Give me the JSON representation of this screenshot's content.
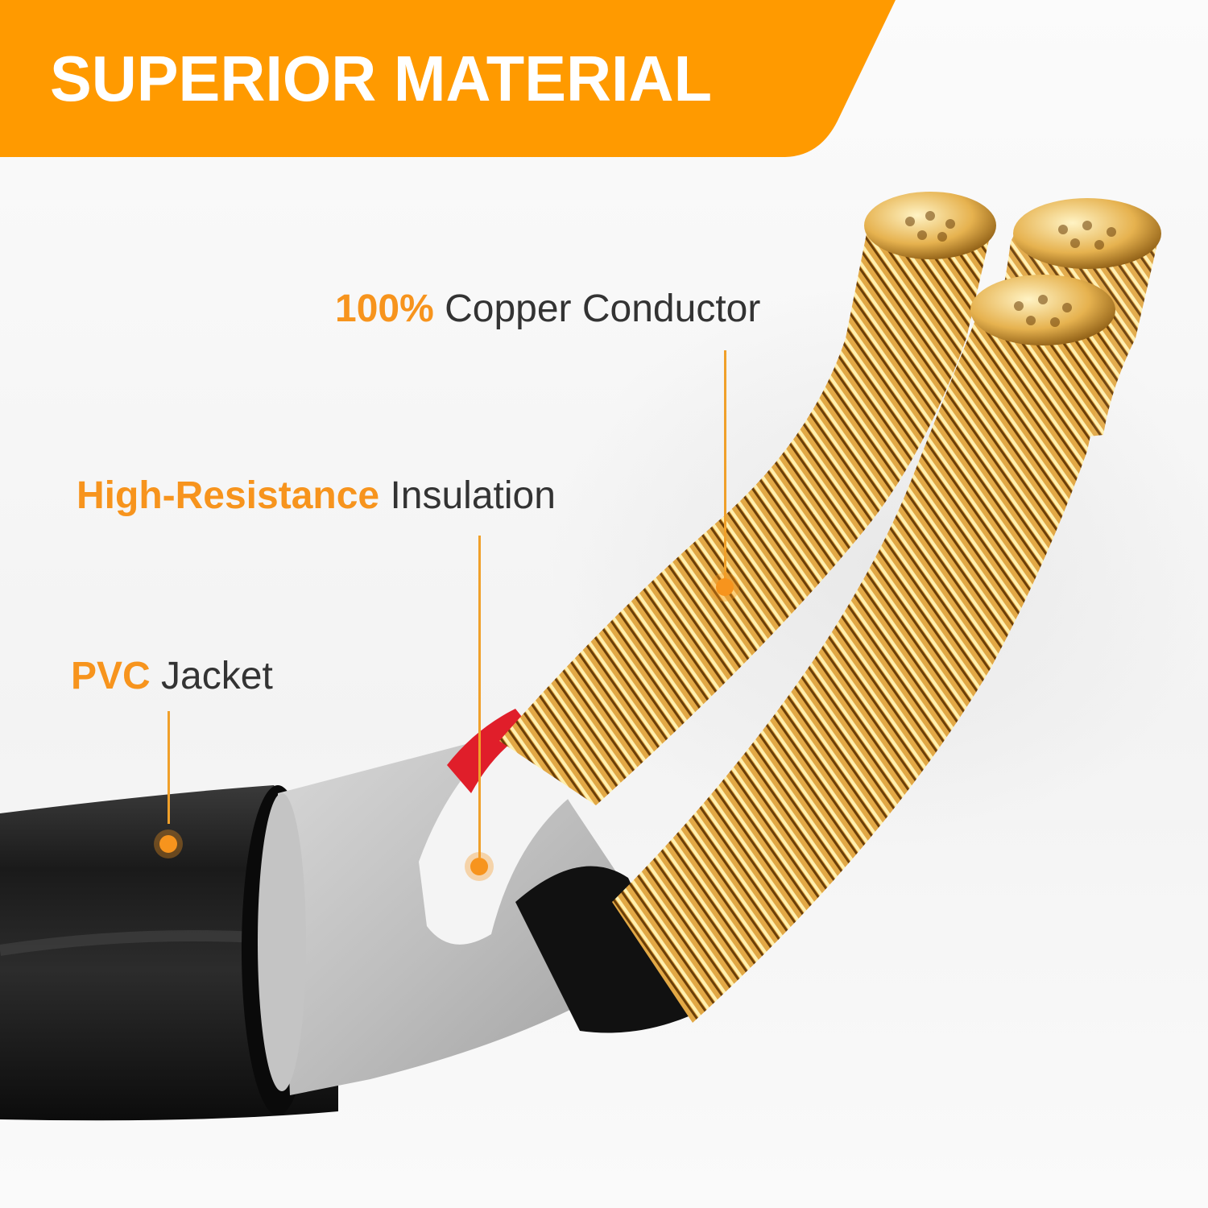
{
  "banner": {
    "title": "SUPERIOR MATERIAL",
    "background_color": "#ff9a00",
    "text_color": "#ffffff"
  },
  "callouts": [
    {
      "accent": "100%",
      "text": "Copper Conductor",
      "target": "copper-strands"
    },
    {
      "accent": "High-Resistance",
      "text": "Insulation",
      "target": "white-red-insulation"
    },
    {
      "accent": "PVC",
      "text": "Jacket",
      "target": "black-outer-jacket"
    }
  ],
  "colors": {
    "accent": "#f7941d",
    "body_text": "#333333",
    "jacket": "#111111",
    "inner_sheath": "#c9c9c9",
    "insulation_white": "#f5f5f5",
    "insulation_red": "#e01e2a",
    "copper": "#e0a640"
  }
}
